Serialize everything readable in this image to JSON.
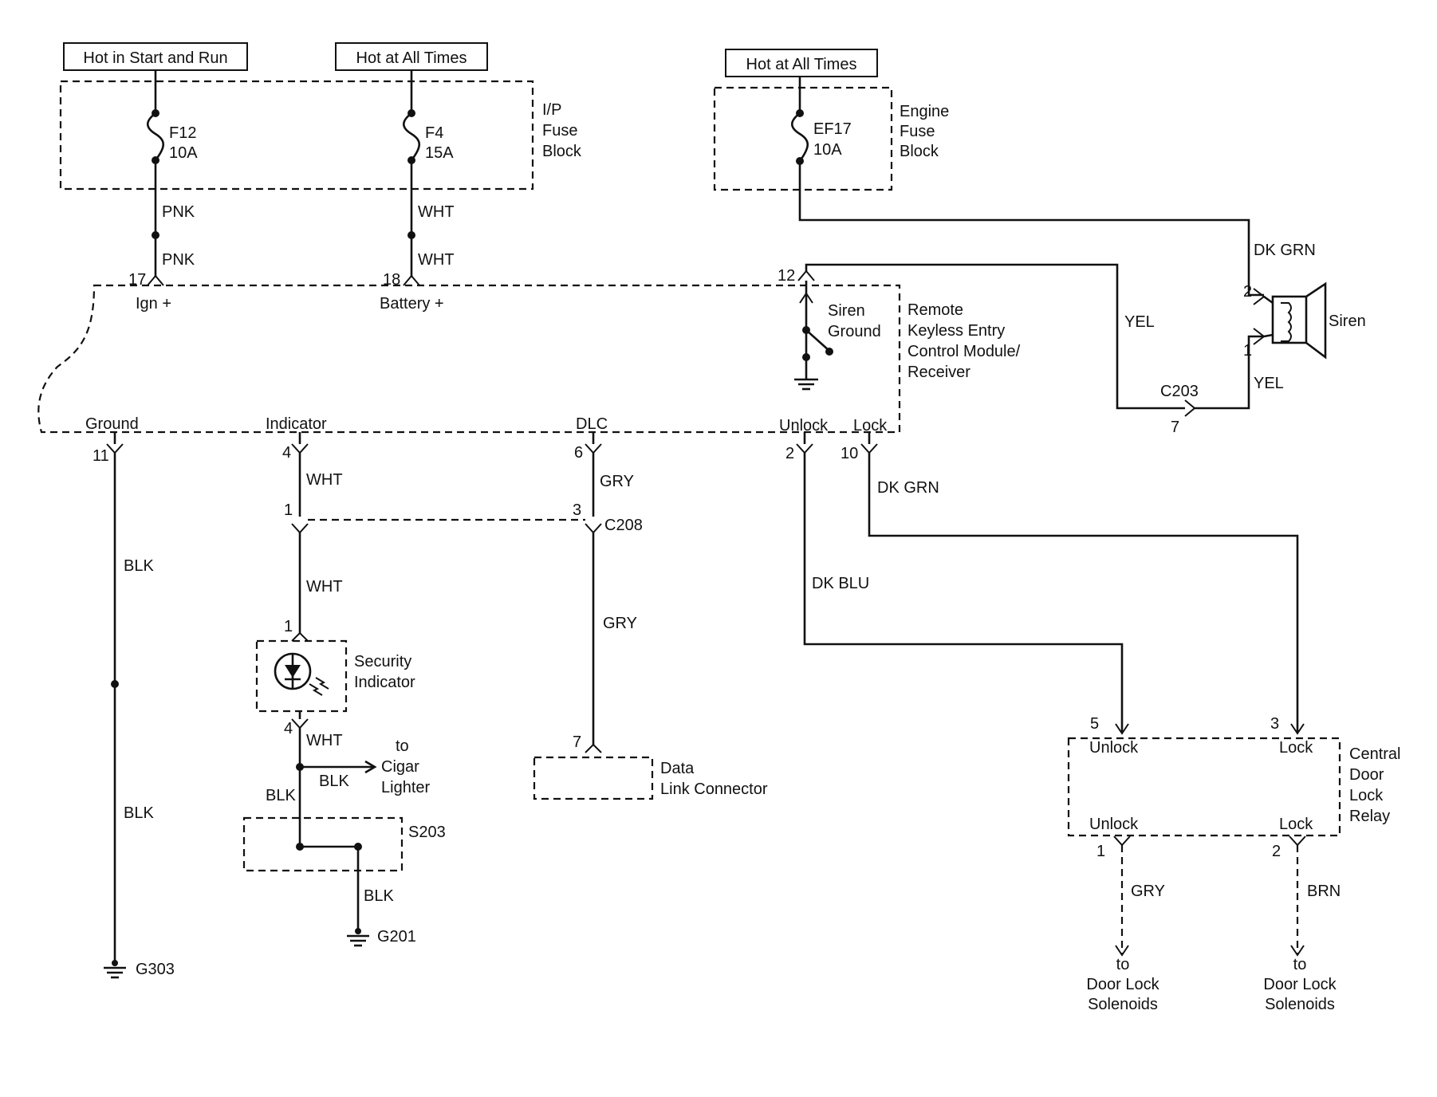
{
  "power_sources": {
    "hot_start_run": "Hot in Start and Run",
    "hot_all_times_ip": "Hot at All Times",
    "hot_all_times_engine": "Hot at All Times"
  },
  "fuses": {
    "f12_name": "F12",
    "f12_rating": "10A",
    "f4_name": "F4",
    "f4_rating": "15A",
    "ef17_name": "EF17",
    "ef17_rating": "10A"
  },
  "blocks": {
    "ip_fuse_block": [
      "I/P",
      "Fuse",
      "Block"
    ],
    "engine_fuse_block": [
      "Engine",
      "Fuse",
      "Block"
    ],
    "rke_module": [
      "Remote",
      "Keyless Entry",
      "Control Module/",
      "Receiver"
    ],
    "siren": "Siren",
    "siren_ground": [
      "Siren",
      "Ground"
    ],
    "security_indicator": [
      "Security",
      "Indicator"
    ],
    "data_link_connector": [
      "Data",
      "Link Connector"
    ],
    "central_door_lock_relay": [
      "Central",
      "Door",
      "Lock",
      "Relay"
    ],
    "to_cigar_lighter": [
      "to",
      "Cigar",
      "Lighter"
    ],
    "to_door_lock_solenoids": [
      "to",
      "Door Lock",
      "Solenoids"
    ]
  },
  "module_terminals": {
    "ign": "Ign +",
    "battery": "Battery +",
    "ground": "Ground",
    "indicator": "Indicator",
    "dlc": "DLC",
    "unlock": "Unlock",
    "lock": "Lock"
  },
  "relay_terminals": {
    "unlock_top": "Unlock",
    "lock_top": "Lock",
    "unlock_bottom": "Unlock",
    "lock_bottom": "Lock"
  },
  "pins": {
    "p17": "17",
    "p18": "18",
    "p12": "12",
    "p11": "11",
    "p4": "4",
    "p6": "6",
    "p2_unlock": "2",
    "p10": "10",
    "p1_c208": "1",
    "p3_c208": "3",
    "p1_indicator": "1",
    "p4_indicator": "4",
    "p7_dlc": "7",
    "p2_siren": "2",
    "p1_siren": "1",
    "p7_c203": "7",
    "p5_relay": "5",
    "p3_relay": "3",
    "p1_relay": "1",
    "p2_relay": "2"
  },
  "connectors": {
    "c203": "C203",
    "c208": "C208",
    "s203": "S203"
  },
  "grounds": {
    "g303": "G303",
    "g201": "G201"
  },
  "wire_colors": {
    "pnk_top": "PNK",
    "pnk_bottom": "PNK",
    "wht_top": "WHT",
    "wht_bottom": "WHT",
    "dk_grn_siren": "DK GRN",
    "yel_module": "YEL",
    "yel_siren": "YEL",
    "blk_upper": "BLK",
    "blk_lower": "BLK",
    "wht_indicator_upper": "WHT",
    "wht_indicator_mid": "WHT",
    "wht_indicator_lower": "WHT",
    "gry_upper": "GRY",
    "gry_lower": "GRY",
    "dk_blu": "DK BLU",
    "dk_grn_lock": "DK GRN",
    "blk_cigar": "BLK",
    "blk_splice": "BLK",
    "blk_ground": "BLK",
    "gry_solenoid": "GRY",
    "brn_solenoid": "BRN"
  },
  "colors": {
    "ink": "#111111",
    "paper": "#ffffff"
  }
}
